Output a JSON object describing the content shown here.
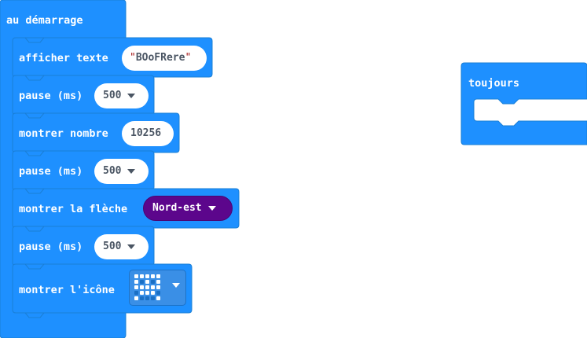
{
  "colors": {
    "block": "#1e90ff",
    "block_border": "#1a7fd6",
    "direction": "#5c068c"
  },
  "on_start": {
    "title": "au démarrage",
    "blocks": [
      {
        "label": "afficher texte",
        "value": "BOoFRere",
        "kind": "string"
      },
      {
        "label": "pause (ms)",
        "value": "500",
        "kind": "dropdown"
      },
      {
        "label": "montrer nombre",
        "value": "10256",
        "kind": "number"
      },
      {
        "label": "pause (ms)",
        "value": "500",
        "kind": "dropdown"
      },
      {
        "label": "montrer la flèche",
        "value": "Nord-est",
        "kind": "direction"
      },
      {
        "label": "pause (ms)",
        "value": "500",
        "kind": "dropdown"
      },
      {
        "label": "montrer l'icône",
        "icon": "happy-face-icon",
        "kind": "icon",
        "pixels": [
          [
            1,
            1,
            1,
            1,
            1
          ],
          [
            1,
            0,
            1,
            0,
            1
          ],
          [
            1,
            1,
            1,
            1,
            1
          ],
          [
            0,
            1,
            1,
            1,
            0
          ],
          [
            1,
            0,
            0,
            0,
            1
          ]
        ]
      }
    ]
  },
  "forever": {
    "title": "toujours"
  }
}
